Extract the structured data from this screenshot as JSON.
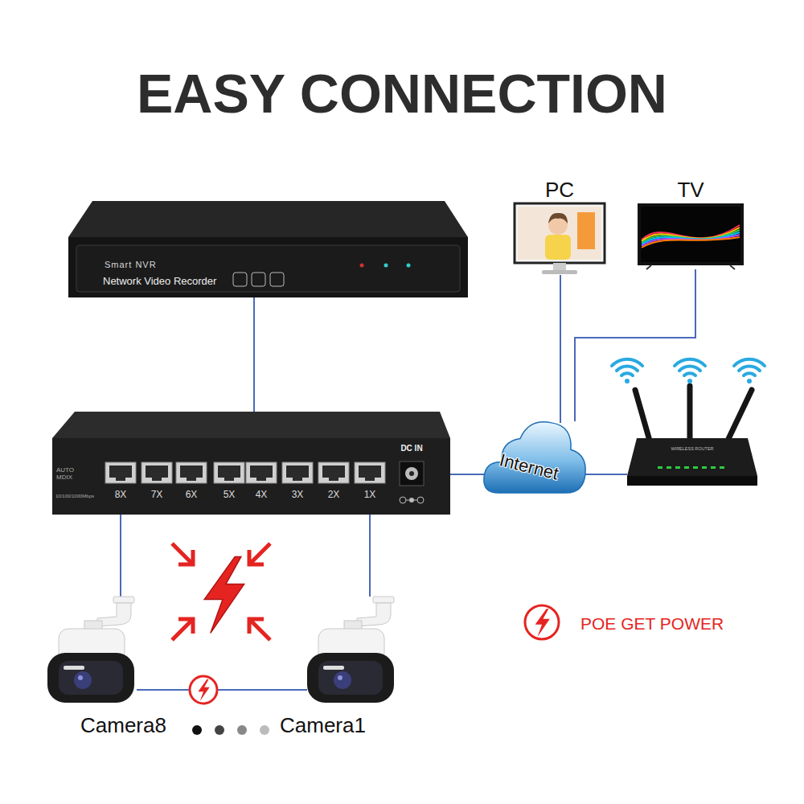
{
  "diagram": {
    "title": "EASY CONNECTION",
    "nodes": [
      {
        "text": [
          "Smart NVR",
          "Network Video Recorder"
        ]
      },
      {
        "text": [
          "PC"
        ]
      },
      {
        "text": [
          "TV"
        ]
      },
      {
        "text": [
          "AUTO MDIX",
          "10/100/1000Mbps",
          "8X",
          "7X",
          "6X",
          "5X",
          "4X",
          "3X",
          "2X",
          "1X",
          "DC IN"
        ]
      },
      {
        "text": [
          "Internet"
        ]
      },
      {
        "text": [
          "WIRELESS ROUTER"
        ]
      },
      {
        "text": [
          "Camera8"
        ]
      },
      {
        "text": [
          "Camera1"
        ]
      }
    ],
    "edges": [
      {
        "from": 0,
        "to": 3,
        "arrow": "none"
      },
      {
        "from": 3,
        "to": 6,
        "arrow": "none"
      },
      {
        "from": 3,
        "to": 7,
        "arrow": "none"
      },
      {
        "from": 3,
        "to": 4,
        "arrow": "none"
      },
      {
        "from": 4,
        "to": 5,
        "arrow": "none"
      },
      {
        "from": 4,
        "to": 1,
        "arrow": "none"
      },
      {
        "from": 4,
        "to": 2,
        "arrow": "none"
      },
      {
        "from": 6,
        "to": 7,
        "arrow": "none"
      }
    ],
    "labels": [
      "POE GET POWER"
    ]
  }
}
